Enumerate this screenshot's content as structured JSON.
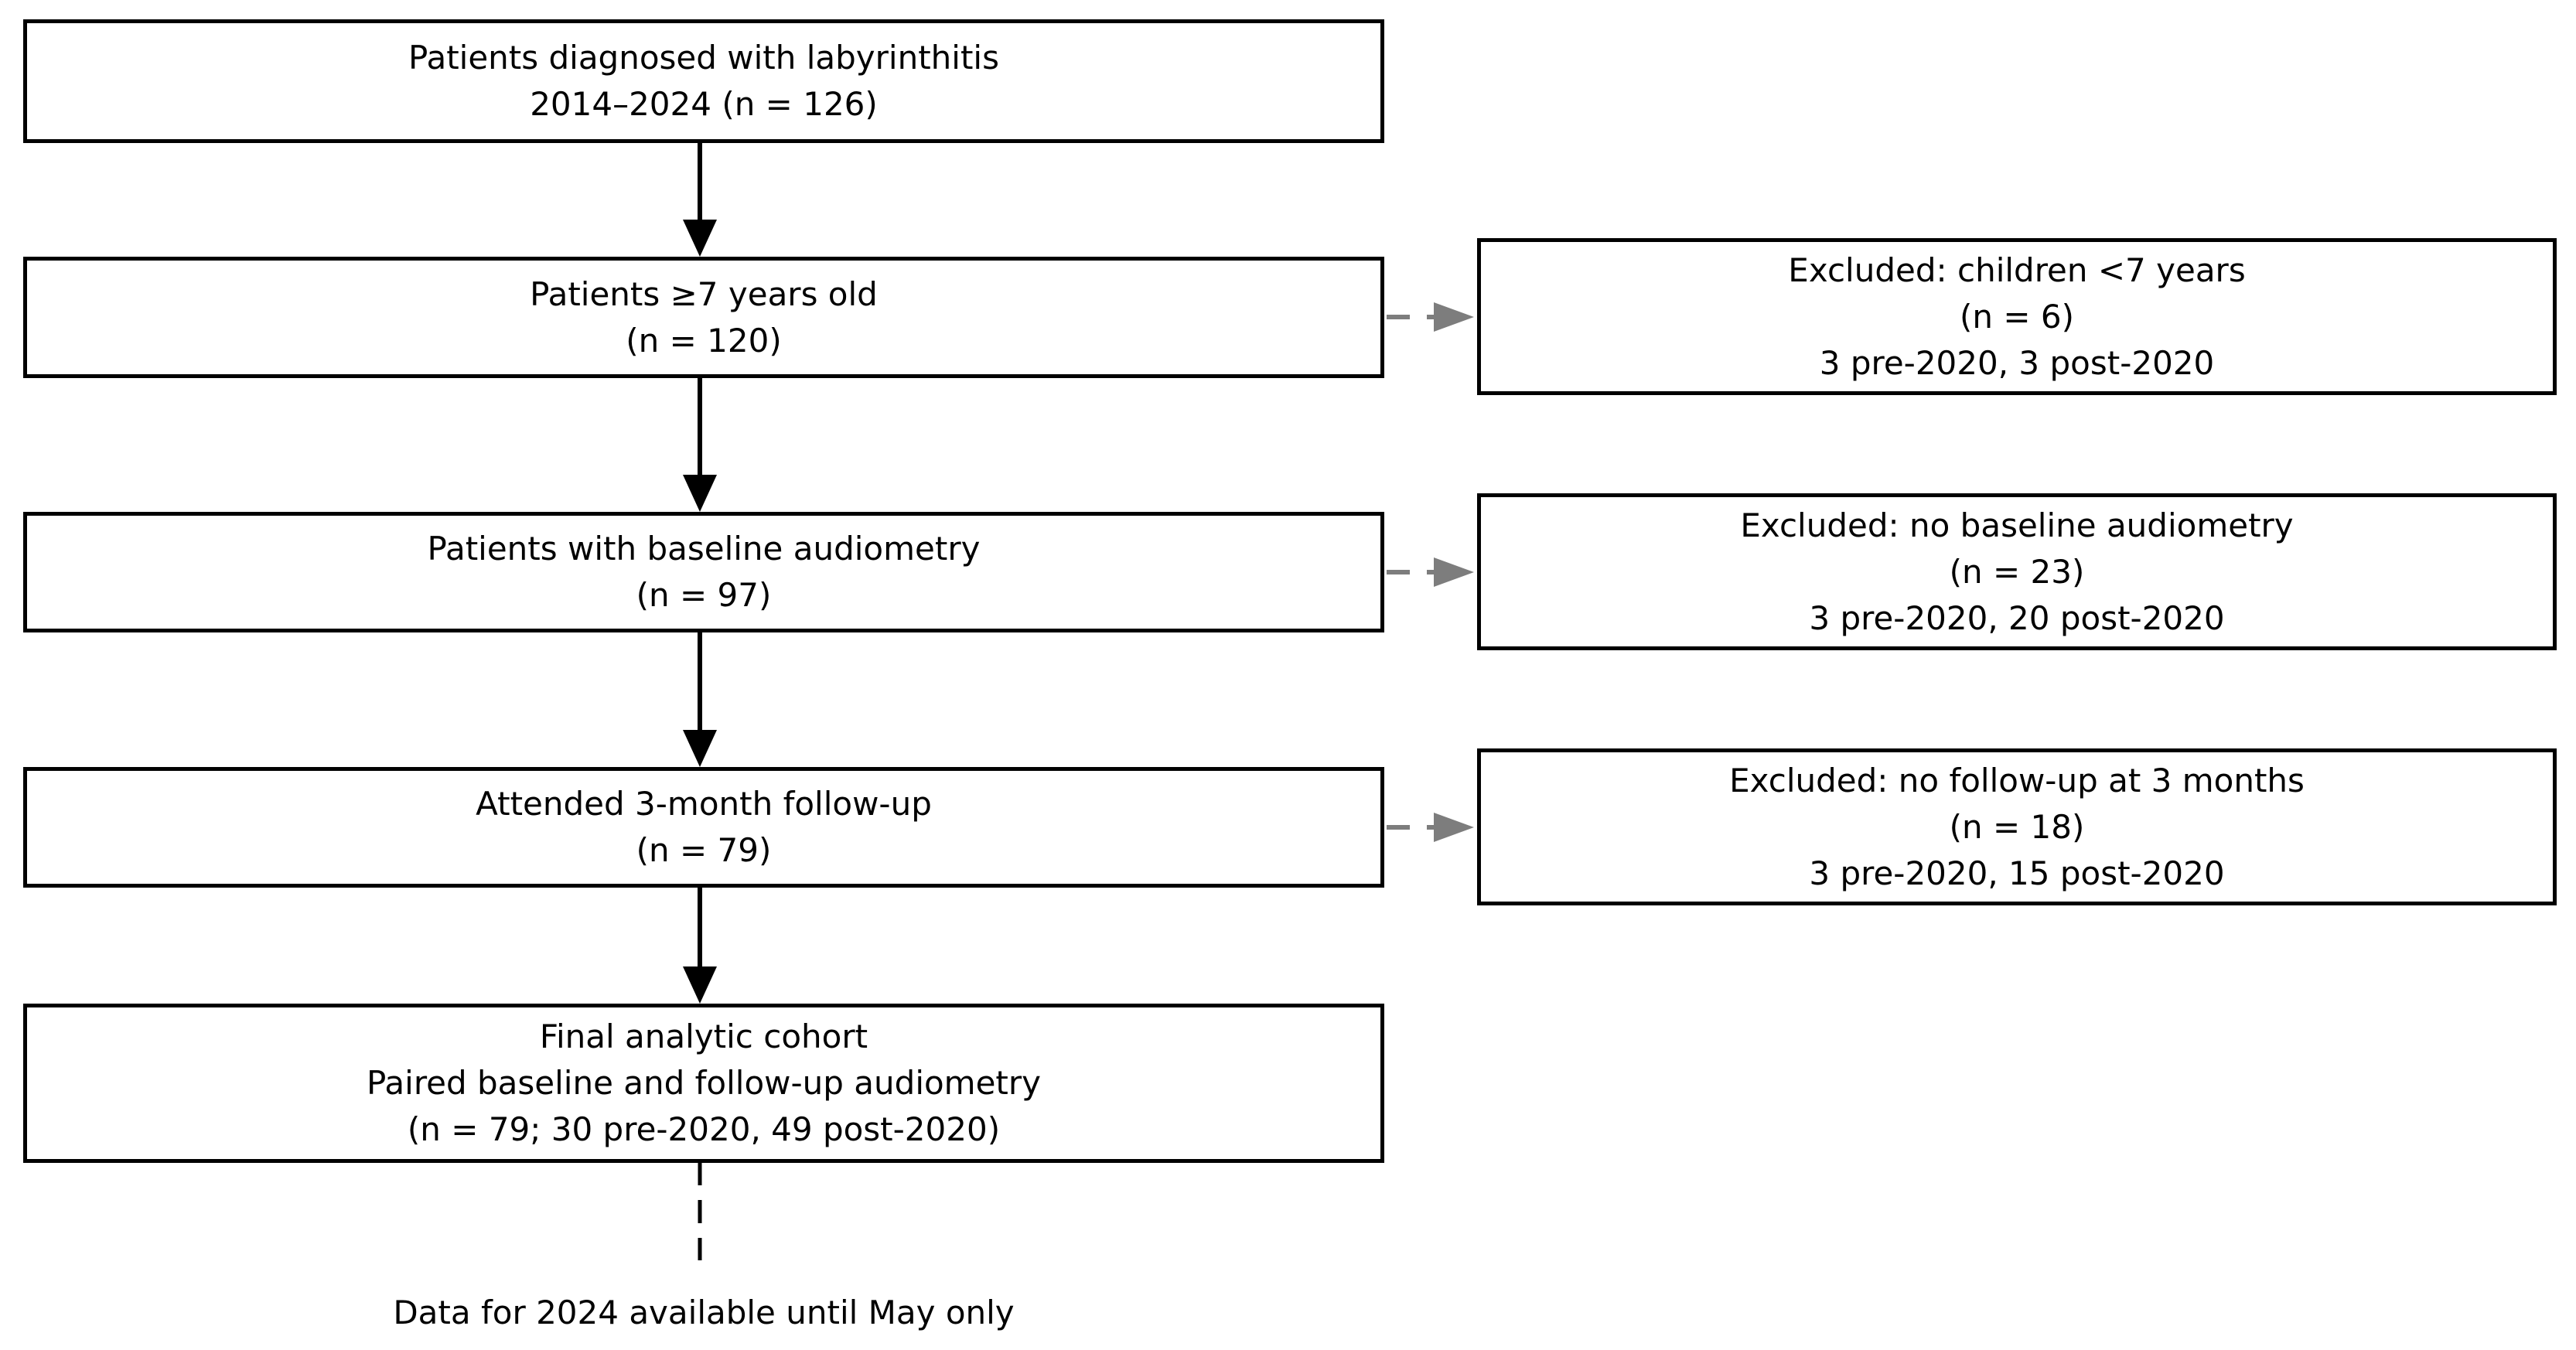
{
  "diagram": {
    "type": "patient-flow-chart",
    "flow_boxes": [
      {
        "lines": [
          "Patients diagnosed with labyrinthitis",
          "2014–2024 (n = 126)"
        ]
      },
      {
        "lines": [
          "Patients ≥7 years old",
          "(n = 120)"
        ]
      },
      {
        "lines": [
          "Patients with baseline audiometry",
          "(n = 97)"
        ]
      },
      {
        "lines": [
          "Attended 3-month follow-up",
          "(n = 79)"
        ]
      },
      {
        "lines": [
          "Final analytic cohort",
          "Paired baseline and follow-up audiometry",
          "(n = 79; 30 pre-2020, 49 post-2020)"
        ]
      }
    ],
    "exclusion_boxes": [
      {
        "lines": [
          "Excluded: children <7 years",
          "(n = 6)",
          "3 pre-2020, 3 post-2020"
        ]
      },
      {
        "lines": [
          "Excluded: no baseline audiometry",
          "(n = 23)",
          "3 pre-2020, 20 post-2020"
        ]
      },
      {
        "lines": [
          "Excluded: no follow-up at 3 months",
          "(n = 18)",
          "3 pre-2020, 15 post-2020"
        ]
      }
    ],
    "footnote": "Data for 2024 available until May only",
    "colors": {
      "background": "#ffffff",
      "box_fill": "#ffffff",
      "box_border": "#000000",
      "text": "#000000",
      "solid_arrow": "#000000",
      "dashed_arrow": "#7d7d7d"
    }
  }
}
